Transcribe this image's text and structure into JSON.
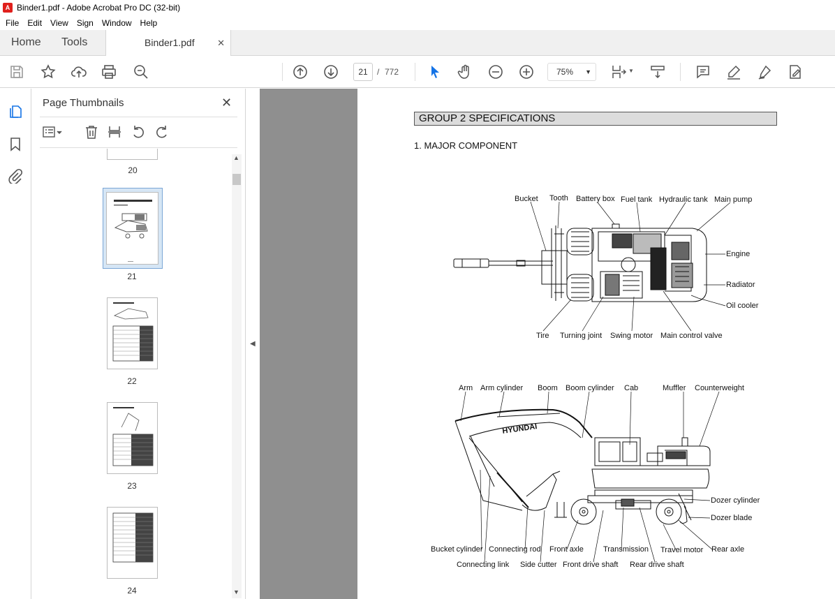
{
  "window": {
    "title": "Binder1.pdf - Adobe Acrobat Pro DC (32-bit)"
  },
  "menu": [
    "File",
    "Edit",
    "View",
    "Sign",
    "Window",
    "Help"
  ],
  "tabs": {
    "home": "Home",
    "tools": "Tools",
    "document": "Binder1.pdf"
  },
  "toolbar": {
    "current_page": "21",
    "page_separator": "/",
    "total_pages": "772",
    "zoom": "75%"
  },
  "thumbnail_panel": {
    "title": "Page Thumbnails",
    "pages": [
      "20",
      "21",
      "22",
      "23",
      "24"
    ],
    "selected_page": "21"
  },
  "document": {
    "group_header": "GROUP  2  SPECIFICATIONS",
    "section_title": "1. MAJOR COMPONENT",
    "top_view_labels": {
      "bucket": "Bucket",
      "tooth": "Tooth",
      "battery_box": "Battery box",
      "fuel_tank": "Fuel tank",
      "hydraulic_tank": "Hydraulic tank",
      "main_pump": "Main pump",
      "engine": "Engine",
      "radiator": "Radiator",
      "oil_cooler": "Oil cooler",
      "tire": "Tire",
      "turning_joint": "Turning joint",
      "swing_motor": "Swing motor",
      "main_control_valve": "Main control valve"
    },
    "side_view_labels": {
      "arm": "Arm",
      "arm_cylinder": "Arm cylinder",
      "boom": "Boom",
      "boom_cylinder": "Boom cylinder",
      "cab": "Cab",
      "muffler": "Muffler",
      "counterweight": "Counterweight",
      "dozer_cylinder": "Dozer cylinder",
      "dozer_blade": "Dozer blade",
      "bucket_cylinder": "Bucket cylinder",
      "connecting_rod": "Connecting rod",
      "front_axle": "Front axle",
      "transmission": "Transmission",
      "travel_motor": "Travel motor",
      "rear_axle": "Rear axle",
      "connecting_link": "Connecting link",
      "side_cutter": "Side cutter",
      "front_drive_shaft": "Front drive shaft",
      "rear_drive_shaft": "Rear drive shaft",
      "brand": "HYUNDAI"
    }
  }
}
